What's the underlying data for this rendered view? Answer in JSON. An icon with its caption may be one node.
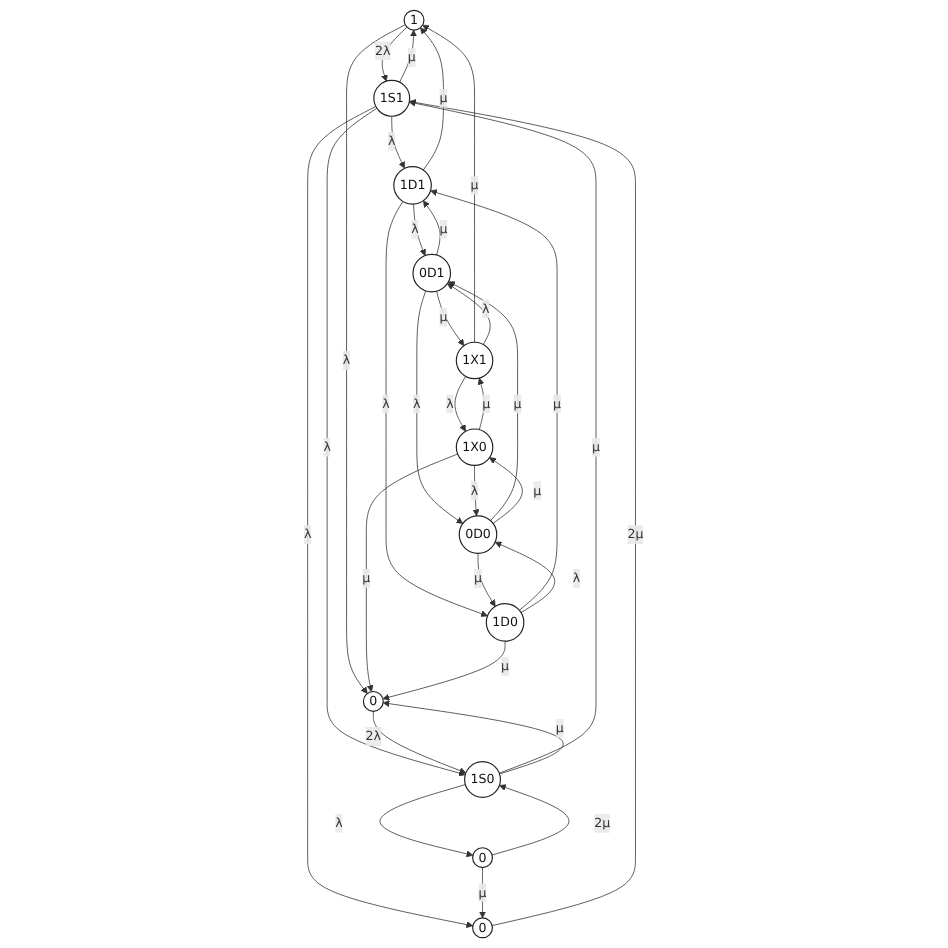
{
  "diagram": {
    "nodes": [
      {
        "text": [
          "1"
        ]
      },
      {
        "text": [
          "1S1"
        ]
      },
      {
        "text": [
          "0"
        ]
      },
      {
        "text": [
          "1D1"
        ]
      },
      {
        "text": [
          "0D1"
        ]
      },
      {
        "text": [
          "1X1"
        ]
      },
      {
        "text": [
          "1X0"
        ]
      },
      {
        "text": [
          "1D0"
        ]
      },
      {
        "text": [
          "0D0"
        ]
      },
      {
        "text": [
          "0"
        ]
      },
      {
        "text": [
          "1S0"
        ]
      },
      {
        "text": [
          "0"
        ]
      }
    ],
    "edges": [
      {
        "from": 0,
        "to": 1,
        "arrow": "to",
        "label": "2λ"
      },
      {
        "from": 1,
        "to": 0,
        "arrow": "to",
        "label": "μ"
      },
      {
        "from": 1,
        "to": 2,
        "arrow": "to",
        "label": "λ"
      },
      {
        "from": 2,
        "to": 1,
        "arrow": "to",
        "label": "2μ"
      },
      {
        "from": 1,
        "to": 3,
        "arrow": "to",
        "label": "λ"
      },
      {
        "from": 3,
        "to": 0,
        "arrow": "to",
        "label": "μ"
      },
      {
        "from": 5,
        "to": 0,
        "arrow": "to",
        "label": "μ"
      },
      {
        "from": 3,
        "to": 4,
        "arrow": "to",
        "label": "λ"
      },
      {
        "from": 4,
        "to": 3,
        "arrow": "to",
        "label": "μ"
      },
      {
        "from": 4,
        "to": 5,
        "arrow": "to",
        "label": "μ"
      },
      {
        "from": 5,
        "to": 4,
        "arrow": "to",
        "label": "λ"
      },
      {
        "from": 0,
        "to": 9,
        "arrow": "to",
        "label": "λ"
      },
      {
        "from": 10,
        "to": 1,
        "arrow": "to",
        "label": "μ"
      },
      {
        "from": 1,
        "to": 10,
        "arrow": "to",
        "label": "λ"
      },
      {
        "from": 7,
        "to": 3,
        "arrow": "to",
        "label": "μ"
      },
      {
        "from": 3,
        "to": 7,
        "arrow": "to",
        "label": "λ"
      },
      {
        "from": 8,
        "to": 4,
        "arrow": "to",
        "label": "μ"
      },
      {
        "from": 4,
        "to": 8,
        "arrow": "to",
        "label": "λ"
      },
      {
        "from": 6,
        "to": 5,
        "arrow": "to",
        "label": "μ"
      },
      {
        "from": 5,
        "to": 6,
        "arrow": "to",
        "label": "λ"
      },
      {
        "from": 6,
        "to": 9,
        "arrow": "to",
        "label": "μ"
      },
      {
        "from": 7,
        "to": 9,
        "arrow": "to",
        "label": "μ"
      },
      {
        "from": 9,
        "to": 10,
        "arrow": "to",
        "label": "2λ"
      },
      {
        "from": 10,
        "to": 9,
        "arrow": "to",
        "label": "μ"
      },
      {
        "from": 6,
        "to": 8,
        "arrow": "to",
        "label": "λ"
      },
      {
        "from": 8,
        "to": 6,
        "arrow": "to",
        "label": "μ"
      },
      {
        "from": 7,
        "to": 8,
        "arrow": "to",
        "label": "λ"
      },
      {
        "from": 8,
        "to": 7,
        "arrow": "to",
        "label": "μ"
      },
      {
        "from": 10,
        "to": 11,
        "arrow": "to",
        "label": "λ"
      },
      {
        "from": 11,
        "to": 10,
        "arrow": "to",
        "label": "2μ"
      },
      {
        "from": 11,
        "to": 2,
        "arrow": "to",
        "label": "μ"
      }
    ]
  }
}
